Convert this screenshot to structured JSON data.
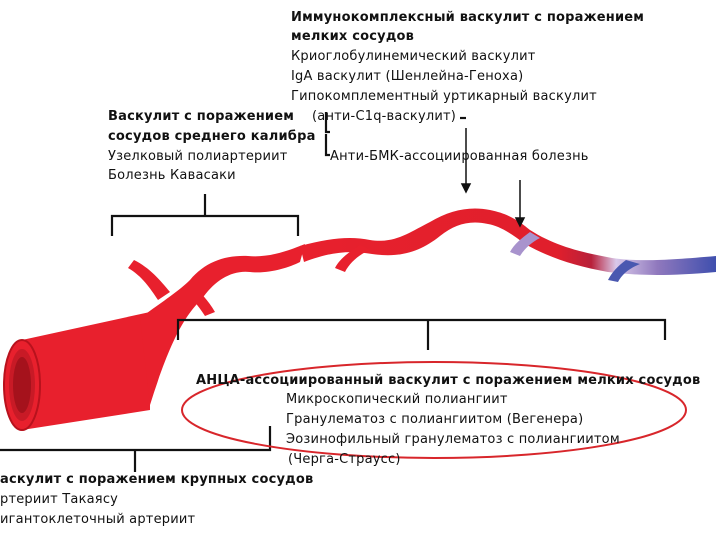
{
  "top_group": {
    "heading": "Иммунокомплексный васкулит с поражением мелких сосудов",
    "heading_line1": "Иммунокомплексный васкулит с поражением",
    "heading_line2": "мелких сосудов",
    "items": [
      "Криоглобулинемический васкулит",
      "IgA васкулит (Шенлейна-Геноха)",
      "Гипокомплементный уртикарный васкулит",
      "(анти-C1q-васкулит)"
    ],
    "anti_gbm": "Анти-БМК-ассоциированная болезнь"
  },
  "medium_group": {
    "heading_line1": "Васкулит с поражением",
    "heading_line2": "сосудов среднего калибра",
    "items": [
      "Узелковый полиартериит",
      "Болезнь Кавасаки"
    ]
  },
  "anca_group": {
    "heading": "АНЦА-ассоциированный васкулит с поражением мелких сосудов",
    "items": [
      "Микроскопический полиангиит",
      "Гранулематоз с полиангиитом (Вегенера)",
      "Эозинофильный гранулематоз с полиангиитом",
      "(Черга-Страусс)"
    ]
  },
  "large_group": {
    "heading": "Васкулит с поражением крупных сосудов",
    "heading_visible": "аскулит с поражением крупных сосудов",
    "items_visible": [
      "ртериит Такаясу",
      "игантоклеточный артериит"
    ]
  },
  "colors": {
    "artery": "#e8202d",
    "artery_dark": "#b8121d",
    "vein_purple": "#9b85c4",
    "vein_blue": "#4a58b0",
    "highlight_ellipse": "#d8262b",
    "bracket": "#111111"
  }
}
